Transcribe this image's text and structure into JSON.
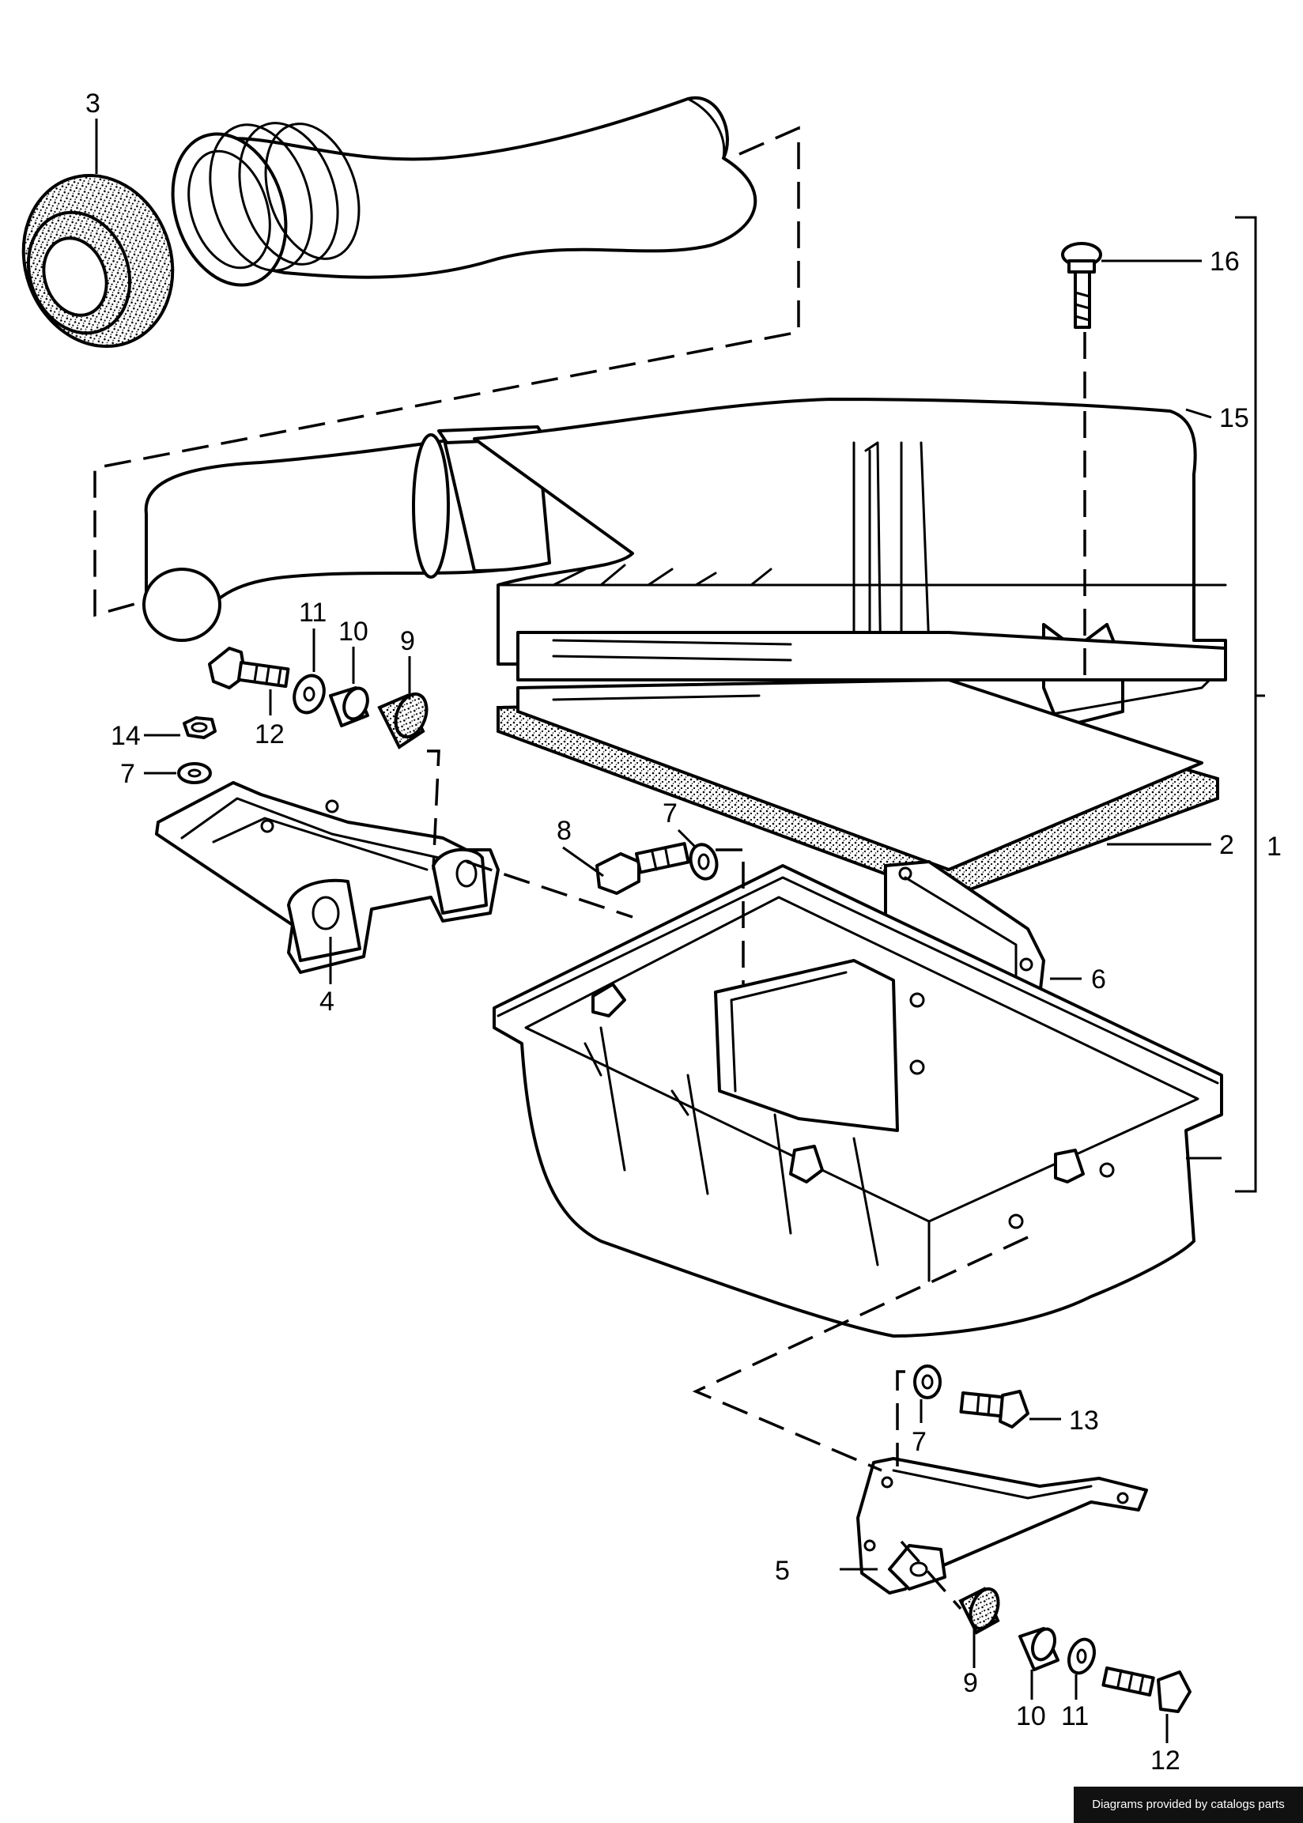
{
  "callouts": [
    {
      "id": "c1",
      "label": "1"
    },
    {
      "id": "c2",
      "label": "2"
    },
    {
      "id": "c3",
      "label": "3"
    },
    {
      "id": "c4",
      "label": "4"
    },
    {
      "id": "c5",
      "label": "5"
    },
    {
      "id": "c6",
      "label": "6"
    },
    {
      "id": "c7a",
      "label": "7"
    },
    {
      "id": "c7b",
      "label": "7"
    },
    {
      "id": "c7c",
      "label": "7"
    },
    {
      "id": "c8",
      "label": "8"
    },
    {
      "id": "c9a",
      "label": "9"
    },
    {
      "id": "c9b",
      "label": "9"
    },
    {
      "id": "c10a",
      "label": "10"
    },
    {
      "id": "c10b",
      "label": "10"
    },
    {
      "id": "c11a",
      "label": "11"
    },
    {
      "id": "c11b",
      "label": "11"
    },
    {
      "id": "c12a",
      "label": "12"
    },
    {
      "id": "c12b",
      "label": "12"
    },
    {
      "id": "c13",
      "label": "13"
    },
    {
      "id": "c14",
      "label": "14"
    },
    {
      "id": "c15",
      "label": "15"
    },
    {
      "id": "c16",
      "label": "16"
    }
  ],
  "footer": {
    "credit": "Diagrams provided by catalogs parts"
  },
  "colors": {
    "line": "#000000",
    "background": "#ffffff",
    "credit_bg": "#111111"
  }
}
